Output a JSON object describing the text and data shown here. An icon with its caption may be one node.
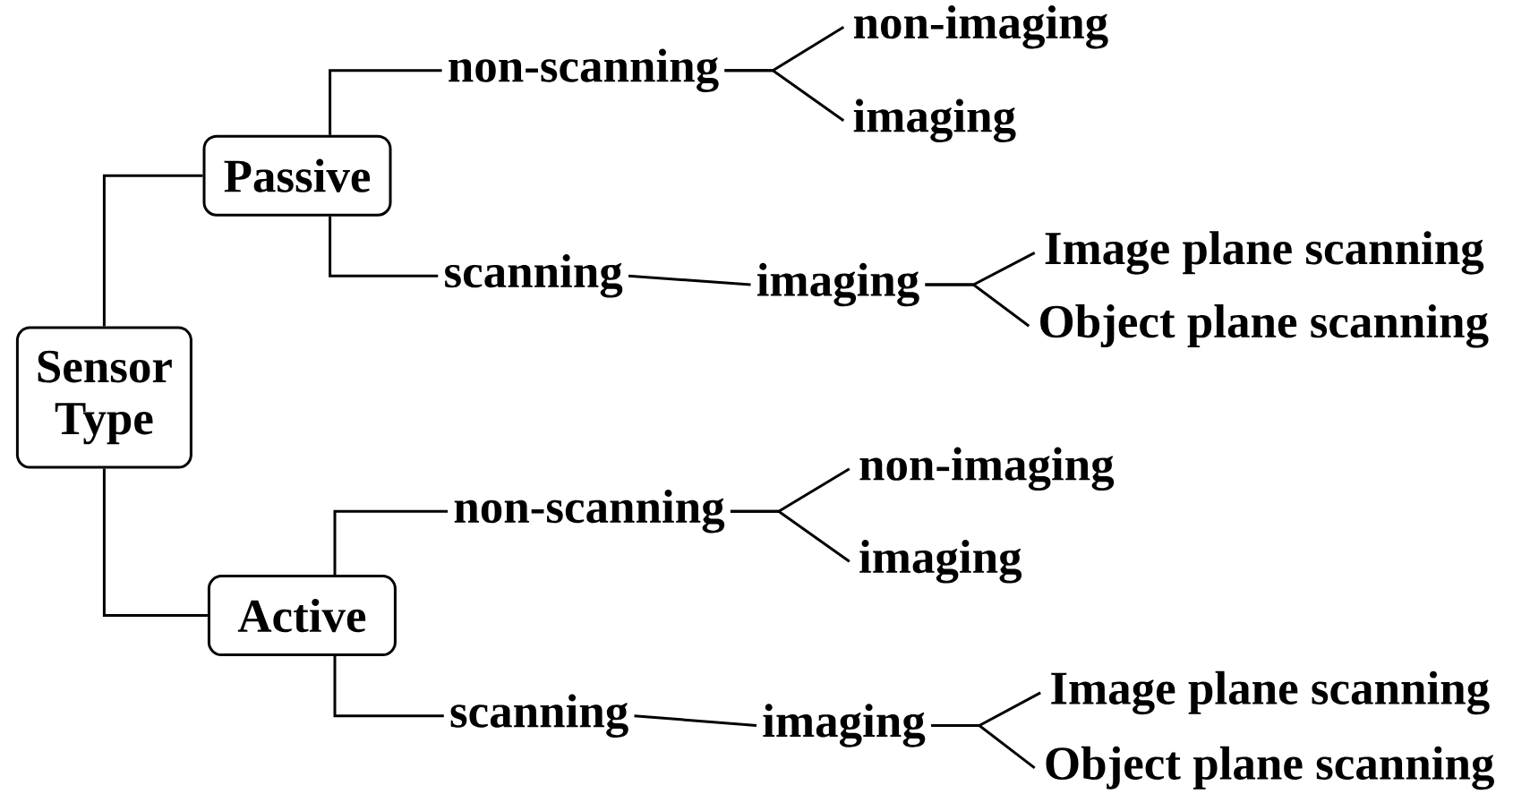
{
  "diagram": {
    "nodes": [
      {
        "text": [
          "Sensor Type"
        ]
      },
      {
        "text": [
          "Passive"
        ]
      },
      {
        "text": [
          "non-scanning"
        ]
      },
      {
        "text": [
          "non-imaging"
        ]
      },
      {
        "text": [
          "imaging"
        ]
      },
      {
        "text": [
          "scanning"
        ]
      },
      {
        "text": [
          "imaging"
        ]
      },
      {
        "text": [
          "Image plane scanning"
        ]
      },
      {
        "text": [
          "Object plane scanning"
        ]
      },
      {
        "text": [
          "Active"
        ]
      },
      {
        "text": [
          "non-scanning"
        ]
      },
      {
        "text": [
          "non-imaging"
        ]
      },
      {
        "text": [
          "imaging"
        ]
      },
      {
        "text": [
          "scanning"
        ]
      },
      {
        "text": [
          "imaging"
        ]
      },
      {
        "text": [
          "Image plane scanning"
        ]
      },
      {
        "text": [
          "Object plane scanning"
        ]
      }
    ],
    "edges": [
      {
        "from": 0,
        "to": 1,
        "arrow": "none"
      },
      {
        "from": 0,
        "to": 9,
        "arrow": "none"
      },
      {
        "from": 1,
        "to": 2,
        "arrow": "none"
      },
      {
        "from": 1,
        "to": 5,
        "arrow": "none"
      },
      {
        "from": 2,
        "to": 3,
        "arrow": "none"
      },
      {
        "from": 2,
        "to": 4,
        "arrow": "none"
      },
      {
        "from": 5,
        "to": 6,
        "arrow": "none"
      },
      {
        "from": 6,
        "to": 7,
        "arrow": "none"
      },
      {
        "from": 6,
        "to": 8,
        "arrow": "none"
      },
      {
        "from": 9,
        "to": 10,
        "arrow": "none"
      },
      {
        "from": 9,
        "to": 13,
        "arrow": "none"
      },
      {
        "from": 10,
        "to": 11,
        "arrow": "none"
      },
      {
        "from": 10,
        "to": 12,
        "arrow": "none"
      },
      {
        "from": 13,
        "to": 14,
        "arrow": "none"
      },
      {
        "from": 14,
        "to": 15,
        "arrow": "none"
      },
      {
        "from": 14,
        "to": 16,
        "arrow": "none"
      }
    ]
  }
}
